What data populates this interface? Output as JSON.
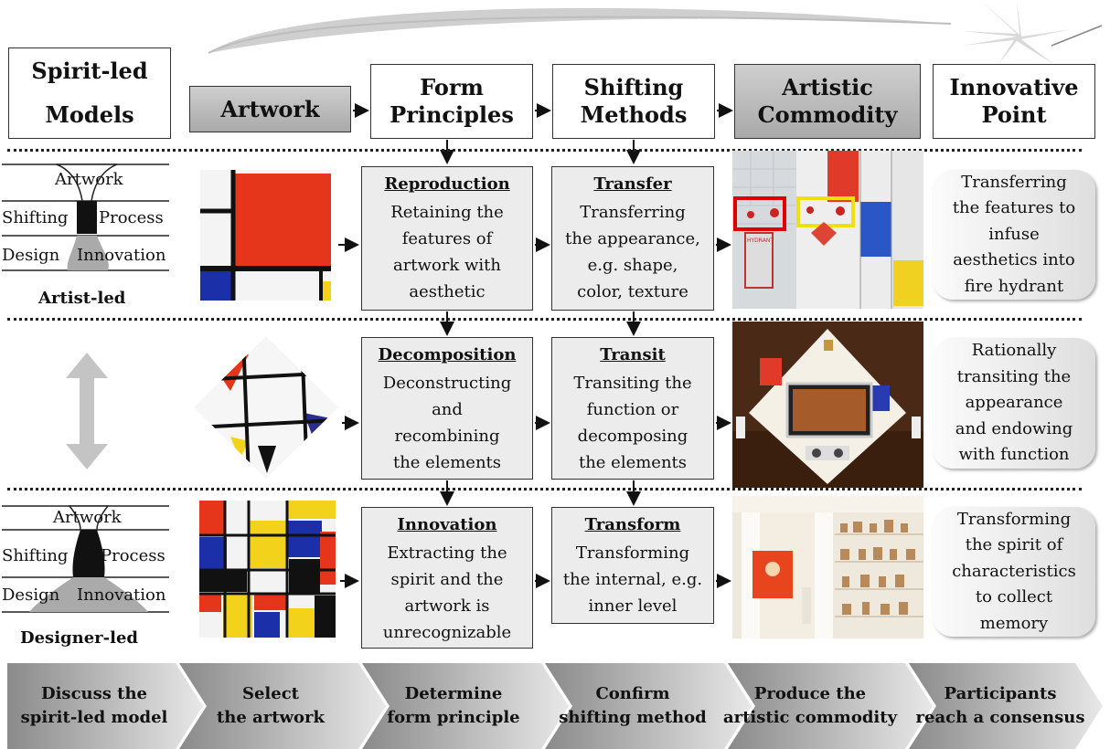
{
  "headers": {
    "spirit_led_models": [
      "Spirit-led",
      "Models"
    ],
    "artwork": "Artwork",
    "form_principles": [
      "Form",
      "Principles"
    ],
    "shifting_methods": [
      "Shifting",
      "Methods"
    ],
    "artistic_commodity": [
      "Artistic",
      "Commodity"
    ],
    "innovative_point": [
      "Innovative",
      "Point"
    ]
  },
  "models": {
    "artist_led": {
      "label": "Artist-led",
      "lines": [
        "Artwork",
        "Shifting",
        "Process",
        "Design",
        "Innovation"
      ]
    },
    "designer_led": {
      "label": "Designer-led",
      "lines": [
        "Artwork",
        "Shifting",
        "Process",
        "Design",
        "Innovation"
      ]
    }
  },
  "rows": [
    {
      "principle": {
        "title": "Reproduction",
        "desc": [
          "Retaining the",
          "features of",
          "artwork with",
          "aesthetic"
        ]
      },
      "method": {
        "title": "Transfer",
        "desc": [
          "Transferring",
          "the appearance,",
          "e.g. shape,",
          "color, texture"
        ]
      },
      "innovation": [
        "Transferring",
        "the features to",
        "infuse",
        "aesthetics into",
        "fire hydrant"
      ],
      "photo_label": "HYDRANT"
    },
    {
      "principle": {
        "title": "Decomposition",
        "desc": [
          "Deconstructing",
          "and",
          "recombining",
          "the elements"
        ]
      },
      "method": {
        "title": "Transit",
        "desc": [
          "Transiting the",
          "function or",
          "decomposing",
          "the elements"
        ]
      },
      "innovation": [
        "Rationally",
        "transiting the",
        "appearance",
        "and endowing",
        "with function"
      ]
    },
    {
      "principle": {
        "title": "Innovation",
        "desc": [
          "Extracting the",
          "spirit and the",
          "artwork is",
          "unrecognizable"
        ]
      },
      "method": {
        "title": "Transform",
        "desc": [
          "Transforming",
          "the internal, e.g.",
          "inner level"
        ]
      },
      "innovation": [
        "Transforming",
        "the spirit of",
        "characteristics",
        "to collect",
        "memory"
      ]
    }
  ],
  "steps": [
    [
      "Discuss the",
      "spirit-led model"
    ],
    [
      "Select",
      "the artwork"
    ],
    [
      "Determine",
      "form principle"
    ],
    [
      "Confirm",
      "shifting method"
    ],
    [
      "Produce the",
      "artistic commodity"
    ],
    [
      "Participants",
      "reach a consensus"
    ]
  ],
  "colors": {
    "mondrian_red": "#e5351a",
    "mondrian_blue": "#1a2fa8",
    "mondrian_yellow": "#f2d21a",
    "header_gray": "#b8b8b8",
    "cell_gray": "#ececec"
  }
}
